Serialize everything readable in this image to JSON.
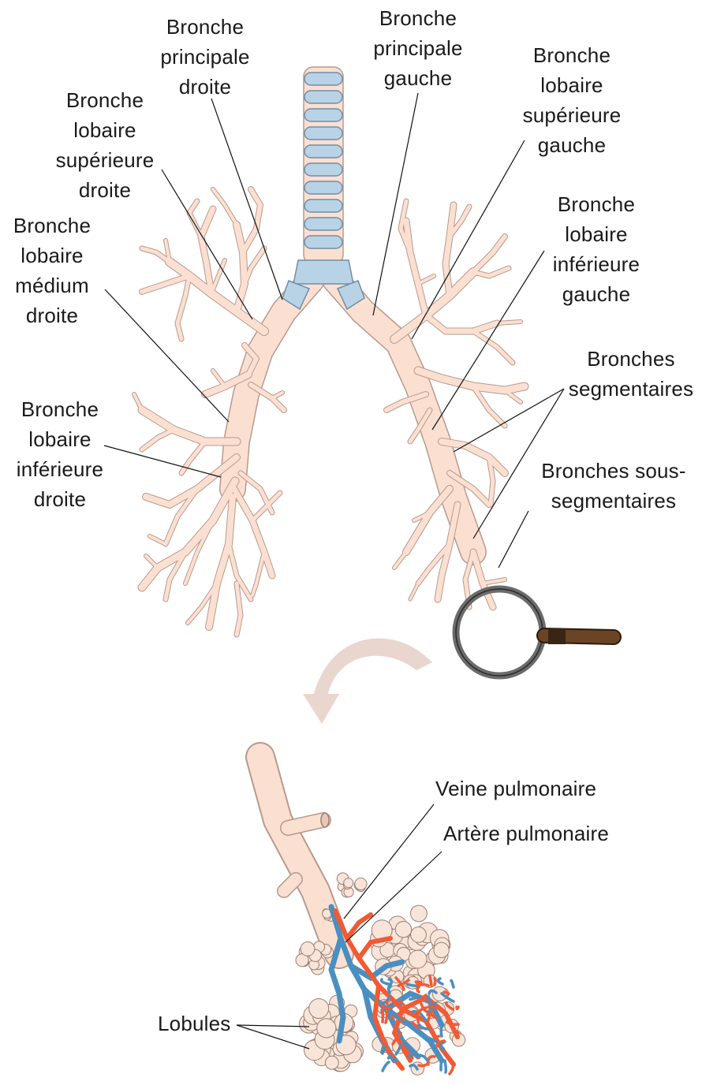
{
  "labels": {
    "bronche_principale_droite": "Bronche\nprincipale\ndroite",
    "bronche_principale_gauche": "Bronche\nprincipale\ngauche",
    "bronche_lobaire_superieure_droite": "Bronche\nlobaire\nsupérieure\ndroite",
    "bronche_lobaire_superieure_gauche": "Bronche\nlobaire\nsupérieure\ngauche",
    "bronche_lobaire_medium_droite": "Bronche\nlobaire\nmédium\ndroite",
    "bronche_lobaire_inferieure_gauche": "Bronche\nlobaire\ninférieure\ngauche",
    "bronche_lobaire_inferieure_droite": "Bronche\nlobaire\ninférieure\ndroite",
    "bronches_segmentaires": "Bronches\nsegmentaires",
    "bronches_sous_segmentaires": "Bronches sous-\nsegmentaires",
    "veine_pulmonaire": "Veine pulmonaire",
    "artere_pulmonaire": "Artère pulmonaire",
    "lobules": "Lobules"
  },
  "colors": {
    "bronchus_fill": "#fbe0d2",
    "bronchus_stroke": "#b79a8c",
    "cartilage_fill": "#b9d3e6",
    "cartilage_stroke": "#6f8ea6",
    "vein": "#4a8fc0",
    "artery": "#f25a33",
    "alveoli_fill": "#f8e4d8",
    "alveoli_stroke": "#9a7f72",
    "leader_line": "#111111",
    "magnifier_rim": "#6b6b6b",
    "magnifier_handle": "#5a3a22"
  }
}
